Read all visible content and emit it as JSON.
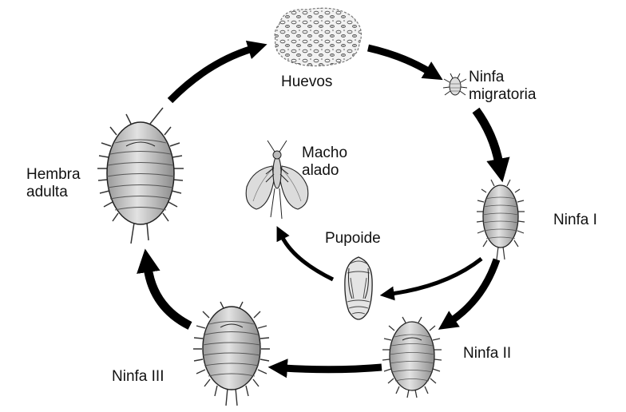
{
  "labels": {
    "eggs": "Huevos",
    "migratory_nymph": [
      "Ninfa",
      "migratoria"
    ],
    "nymph_1": "Ninfa I",
    "nymph_2": "Ninfa II",
    "nymph_3": "Ninfa III",
    "adult_female": [
      "Hembra",
      "adulta"
    ],
    "winged_male": [
      "Macho",
      "alado"
    ],
    "pupoid": "Pupoide"
  },
  "colors": {
    "line": "#000000",
    "text": "#111111",
    "body_fill": "#d2d2d2",
    "shade": "#8a8a8a"
  },
  "icons": [
    "egg-cluster-icon",
    "migratory-nymph-icon",
    "nymph-1-icon",
    "nymph-2-icon",
    "nymph-3-icon",
    "adult-female-icon",
    "pupoid-icon",
    "winged-male-icon"
  ]
}
